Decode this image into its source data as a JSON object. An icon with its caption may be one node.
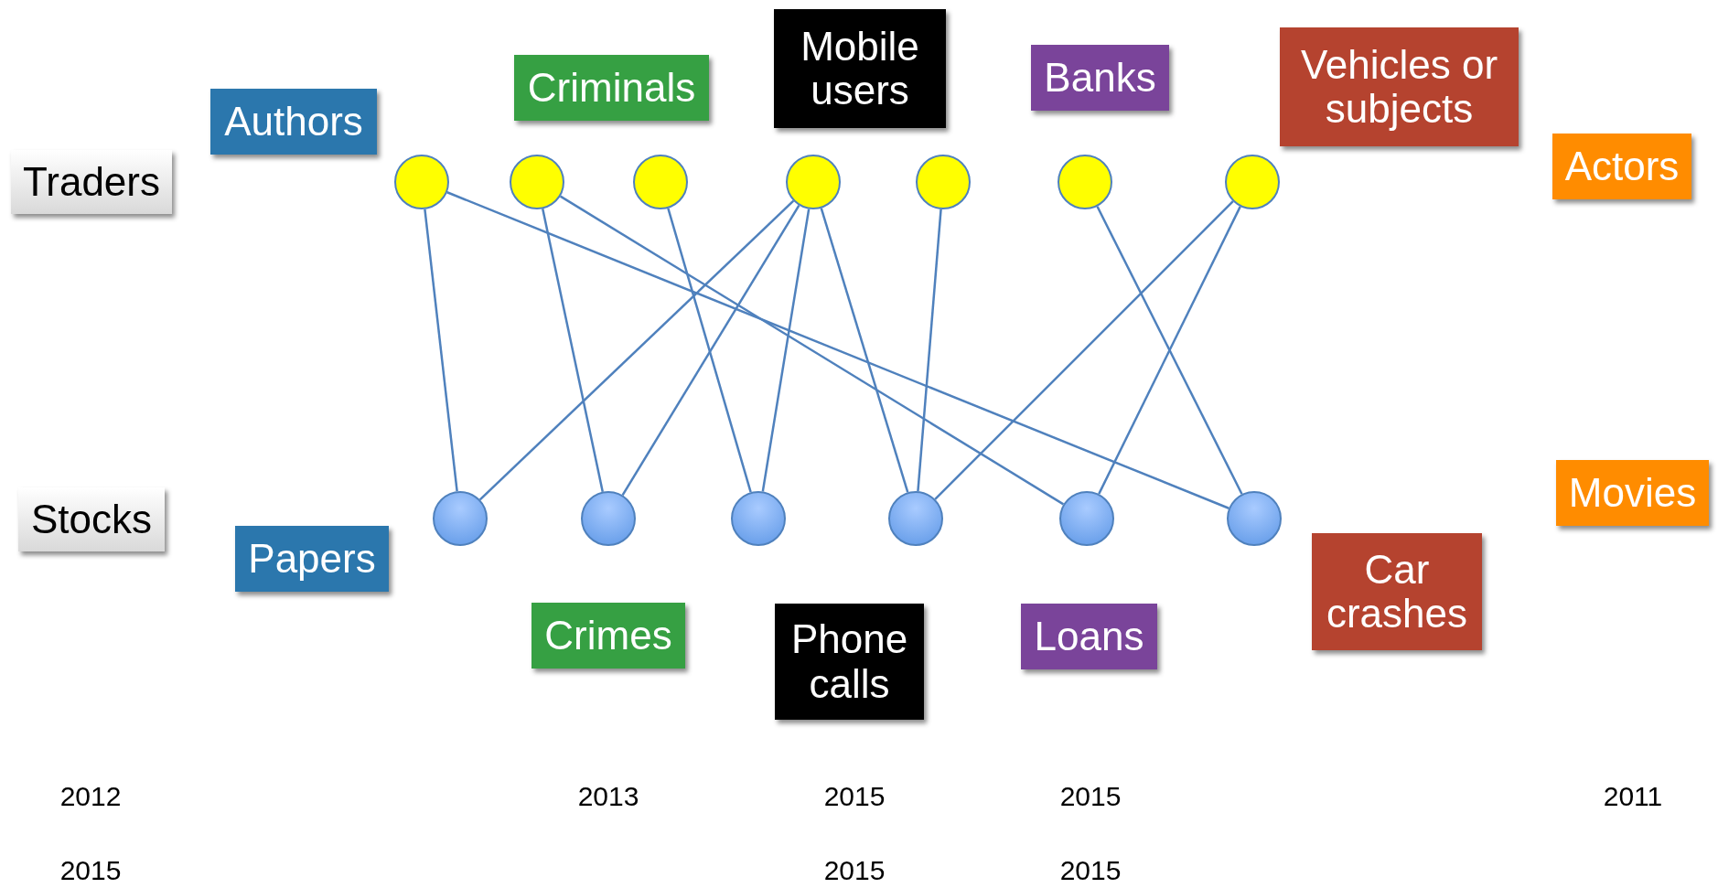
{
  "diagram": {
    "nodes": [
      {
        "text": [
          "Traders"
        ]
      },
      {
        "text": [
          "Authors"
        ]
      },
      {
        "text": [
          "Criminals"
        ]
      },
      {
        "text": [
          "Mobile users"
        ]
      },
      {
        "text": [
          "Banks"
        ]
      },
      {
        "text": [
          "Vehicles or subjects"
        ]
      },
      {
        "text": [
          "Actors"
        ]
      },
      {
        "text": [],
        "shape": "circle"
      },
      {
        "text": [],
        "shape": "circle"
      },
      {
        "text": [],
        "shape": "circle"
      },
      {
        "text": [],
        "shape": "circle"
      },
      {
        "text": [],
        "shape": "circle"
      },
      {
        "text": [],
        "shape": "circle"
      },
      {
        "text": [],
        "shape": "circle"
      },
      {
        "text": [
          "Stocks"
        ]
      },
      {
        "text": [
          "Papers"
        ]
      },
      {
        "text": [],
        "shape": "circle"
      },
      {
        "text": [],
        "shape": "circle"
      },
      {
        "text": [],
        "shape": "circle"
      },
      {
        "text": [],
        "shape": "circle"
      },
      {
        "text": [],
        "shape": "circle"
      },
      {
        "text": [],
        "shape": "circle"
      },
      {
        "text": [
          "Movies"
        ]
      },
      {
        "text": [
          "Car crashes"
        ]
      },
      {
        "text": [
          "Crimes"
        ]
      },
      {
        "text": [
          "Phone calls"
        ]
      },
      {
        "text": [
          "Loans"
        ]
      }
    ],
    "edges": [
      {
        "from": 7,
        "to": 16,
        "arrow": "none"
      },
      {
        "from": 7,
        "to": 21,
        "arrow": "none"
      },
      {
        "from": 8,
        "to": 17,
        "arrow": "none"
      },
      {
        "from": 8,
        "to": 20,
        "arrow": "none"
      },
      {
        "from": 9,
        "to": 18,
        "arrow": "none"
      },
      {
        "from": 10,
        "to": 16,
        "arrow": "none"
      },
      {
        "from": 10,
        "to": 17,
        "arrow": "none"
      },
      {
        "from": 10,
        "to": 18,
        "arrow": "none"
      },
      {
        "from": 10,
        "to": 19,
        "arrow": "none"
      },
      {
        "from": 11,
        "to": 19,
        "arrow": "none"
      },
      {
        "from": 12,
        "to": 21,
        "arrow": "none"
      },
      {
        "from": 13,
        "to": 19,
        "arrow": "none"
      },
      {
        "from": 13,
        "to": 20,
        "arrow": "none"
      }
    ],
    "labels": [
      "2012",
      "2013",
      "2015",
      "2015",
      "2011",
      "2015",
      "2015",
      "2015"
    ]
  }
}
